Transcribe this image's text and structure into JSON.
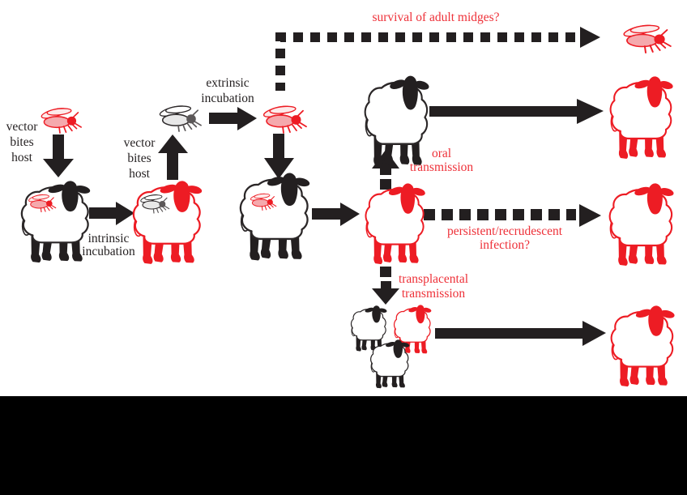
{
  "colors": {
    "red": "#ed1c24",
    "red_text": "#ee3038",
    "black": "#231f20",
    "background": "#ffffff",
    "redaction_bar": "#000000"
  },
  "diagram": {
    "labels": {
      "vector_bites_host_1": [
        "vector",
        "bites",
        "host"
      ],
      "vector_bites_host_2": [
        "vector",
        "bites",
        "host"
      ],
      "extrinsic_incubation": [
        "extrinsic",
        "incubation"
      ],
      "intrinsic_incubation": [
        "intrinsic",
        "incubation"
      ],
      "survival_of_adult_midges": "survival of adult midges?",
      "oral_transmission": [
        "oral",
        "transmission"
      ],
      "persistent_recrudescent_infection": [
        "persistent/recrudescent",
        "infection?"
      ],
      "transplacental_transmission": [
        "transplacental",
        "transmission"
      ]
    },
    "animals": [
      {
        "id": "midge-infected-start",
        "kind": "midge",
        "state": "infected"
      },
      {
        "id": "sheep-host-bitten-1",
        "kind": "sheep",
        "state": "uninfected",
        "rider": "infected-midge-on-shoulder"
      },
      {
        "id": "sheep-viraemic",
        "kind": "sheep",
        "state": "infected",
        "rider": "uninfected-midge-on-shoulder"
      },
      {
        "id": "midge-uninfected",
        "kind": "midge",
        "state": "uninfected"
      },
      {
        "id": "midge-after-extrinsic-incubation",
        "kind": "midge",
        "state": "infected"
      },
      {
        "id": "midge-surviving-adult",
        "kind": "midge",
        "state": "infected"
      },
      {
        "id": "sheep-host-bitten-2",
        "kind": "sheep",
        "state": "uninfected",
        "rider": "infected-midge-on-shoulder"
      },
      {
        "id": "sheep-infected-central",
        "kind": "sheep",
        "state": "infected"
      },
      {
        "id": "sheep-oral-recipient",
        "kind": "sheep",
        "state": "uninfected"
      },
      {
        "id": "sheep-infected-top-right",
        "kind": "sheep",
        "state": "infected"
      },
      {
        "id": "sheep-infected-middle-right",
        "kind": "sheep",
        "state": "infected"
      },
      {
        "id": "lamb-uninfected-1",
        "kind": "lamb",
        "state": "uninfected"
      },
      {
        "id": "lamb-infected",
        "kind": "lamb",
        "state": "infected"
      },
      {
        "id": "lamb-uninfected-2",
        "kind": "lamb",
        "state": "uninfected"
      },
      {
        "id": "sheep-infected-bottom-right",
        "kind": "sheep",
        "state": "infected"
      }
    ],
    "edges": [
      {
        "from": "midge-infected-start",
        "to": "sheep-host-bitten-1",
        "style": "solid",
        "label": "vector bites host"
      },
      {
        "from": "sheep-host-bitten-1",
        "to": "sheep-viraemic",
        "style": "solid",
        "label": "intrinsic incubation"
      },
      {
        "from": "sheep-viraemic",
        "to": "midge-uninfected",
        "style": "solid",
        "label": "vector bites host"
      },
      {
        "from": "midge-uninfected",
        "to": "midge-after-extrinsic-incubation",
        "style": "solid",
        "label": "extrinsic incubation"
      },
      {
        "from": "midge-after-extrinsic-incubation",
        "to": "midge-surviving-adult",
        "style": "dashed",
        "label": "survival of adult midges?"
      },
      {
        "from": "midge-after-extrinsic-incubation",
        "to": "sheep-host-bitten-2",
        "style": "solid",
        "label": ""
      },
      {
        "from": "sheep-host-bitten-2",
        "to": "sheep-infected-central",
        "style": "solid",
        "label": ""
      },
      {
        "from": "sheep-infected-central",
        "to": "sheep-oral-recipient",
        "style": "dashed",
        "label": "oral transmission"
      },
      {
        "from": "sheep-oral-recipient",
        "to": "sheep-infected-top-right",
        "style": "solid",
        "label": ""
      },
      {
        "from": "sheep-infected-central",
        "to": "sheep-infected-middle-right",
        "style": "dashed",
        "label": "persistent/recrudescent infection?"
      },
      {
        "from": "sheep-infected-central",
        "to": "lambs-group",
        "style": "dashed",
        "label": "transplacental transmission"
      },
      {
        "from": "lambs-group",
        "to": "sheep-infected-bottom-right",
        "style": "solid",
        "label": ""
      }
    ]
  }
}
